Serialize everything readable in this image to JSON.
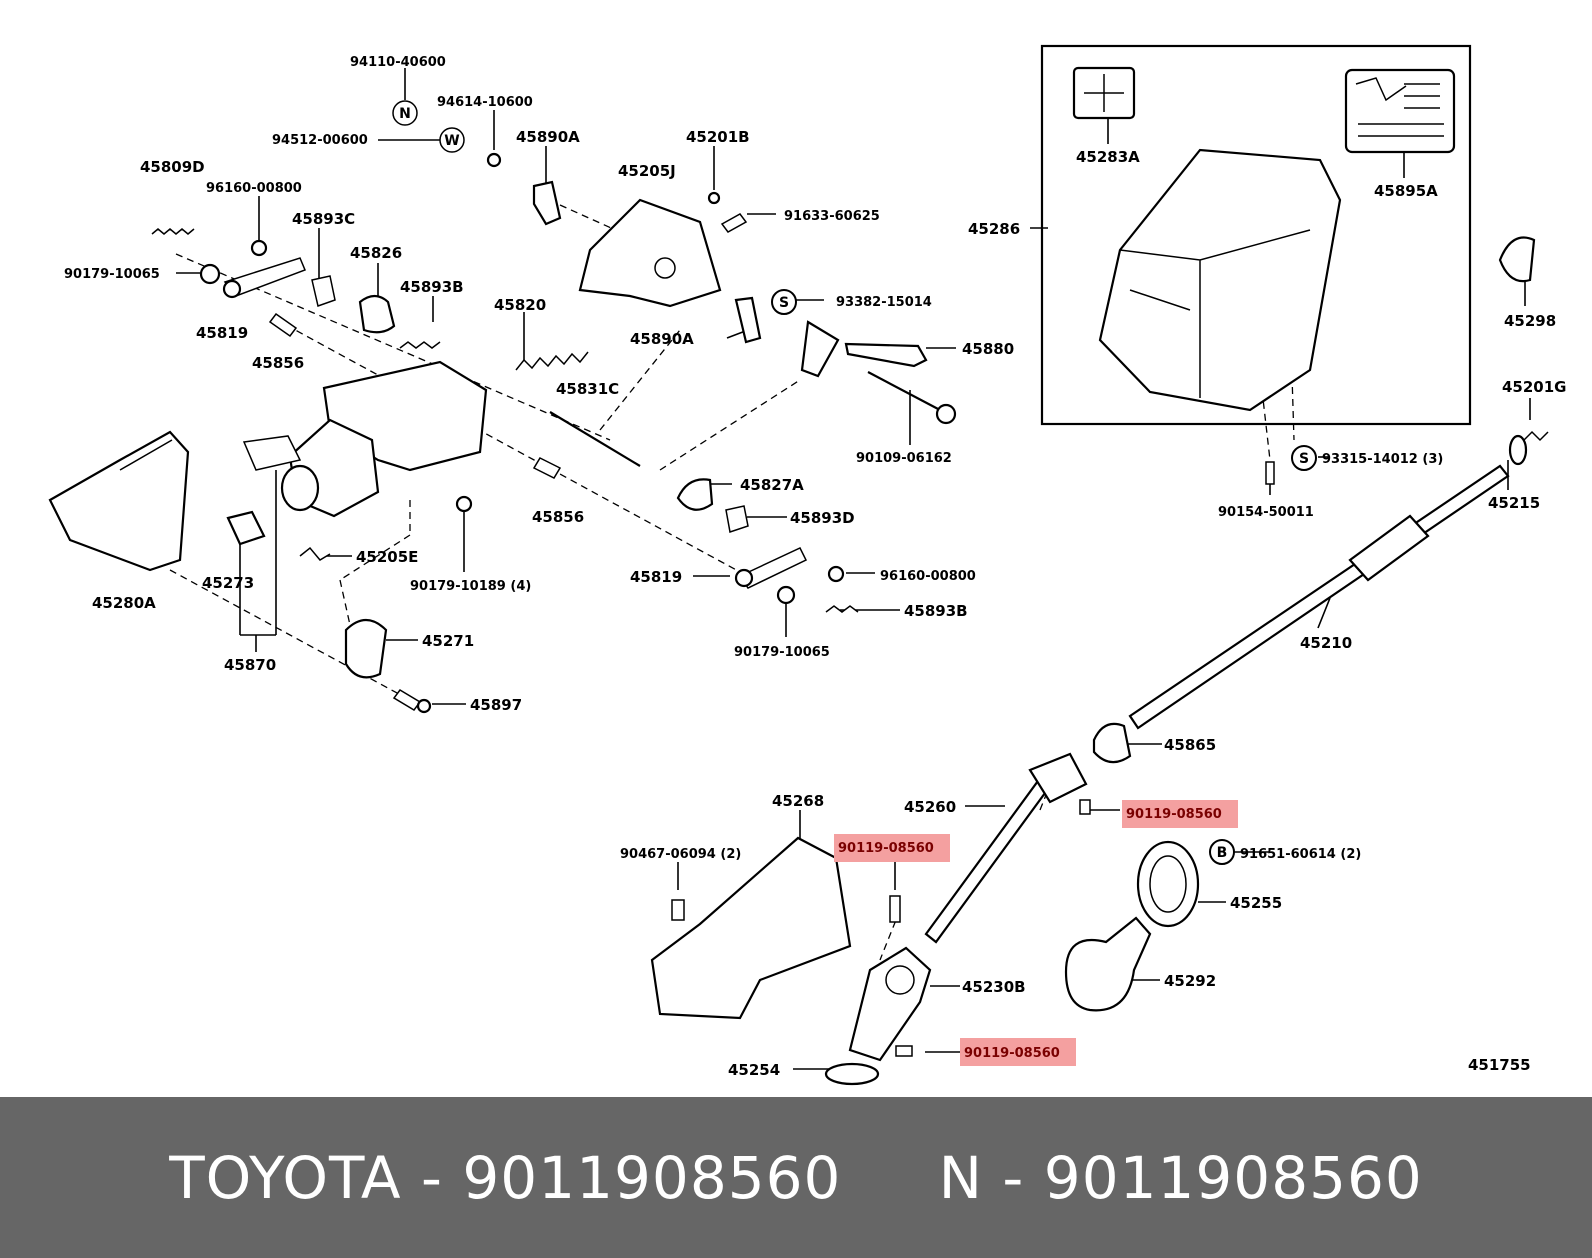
{
  "diagram": {
    "figure_code": "451755",
    "highlight_color": "#f4a0a0",
    "labels": [
      {
        "id": "l01",
        "text": "94110-40600"
      },
      {
        "id": "l02",
        "text": "94614-10600"
      },
      {
        "id": "l03",
        "text": "94512-00600"
      },
      {
        "id": "l04",
        "text": "45890A"
      },
      {
        "id": "l05",
        "text": "45201B"
      },
      {
        "id": "l06",
        "text": "45809D"
      },
      {
        "id": "l07",
        "text": "96160-00800"
      },
      {
        "id": "l08",
        "text": "45205J"
      },
      {
        "id": "l09",
        "text": "91633-60625"
      },
      {
        "id": "l10",
        "text": "45893C"
      },
      {
        "id": "l11",
        "text": "45826"
      },
      {
        "id": "l12",
        "text": "90179-10065"
      },
      {
        "id": "l13",
        "text": "45893B"
      },
      {
        "id": "l14",
        "text": "93382-15014"
      },
      {
        "id": "l15",
        "text": "45819"
      },
      {
        "id": "l16",
        "text": "45820"
      },
      {
        "id": "l17",
        "text": "45856"
      },
      {
        "id": "l18",
        "text": "45890A"
      },
      {
        "id": "l19",
        "text": "45880"
      },
      {
        "id": "l20",
        "text": "45831C"
      },
      {
        "id": "l21",
        "text": "90109-06162"
      },
      {
        "id": "l22",
        "text": "45827A"
      },
      {
        "id": "l23",
        "text": "45856"
      },
      {
        "id": "l24",
        "text": "45893D"
      },
      {
        "id": "l25",
        "text": "45205E"
      },
      {
        "id": "l26",
        "text": "90179-10189 (4)"
      },
      {
        "id": "l27",
        "text": "45819"
      },
      {
        "id": "l28",
        "text": "96160-00800"
      },
      {
        "id": "l29",
        "text": "45273"
      },
      {
        "id": "l30",
        "text": "45280A"
      },
      {
        "id": "l31",
        "text": "45893B"
      },
      {
        "id": "l32",
        "text": "90179-10065"
      },
      {
        "id": "l33",
        "text": "45271"
      },
      {
        "id": "l34",
        "text": "45870"
      },
      {
        "id": "l35",
        "text": "45897"
      },
      {
        "id": "l36",
        "text": "45283A"
      },
      {
        "id": "l37",
        "text": "45895A"
      },
      {
        "id": "l38",
        "text": "45286"
      },
      {
        "id": "l39",
        "text": "45298"
      },
      {
        "id": "l40",
        "text": "45201G"
      },
      {
        "id": "l41",
        "text": "93315-14012 (3)"
      },
      {
        "id": "l42",
        "text": "90154-50011"
      },
      {
        "id": "l43",
        "text": "45215"
      },
      {
        "id": "l44",
        "text": "45210"
      },
      {
        "id": "l45",
        "text": "45865"
      },
      {
        "id": "l46",
        "text": "45268"
      },
      {
        "id": "l47",
        "text": "45260"
      },
      {
        "id": "l48",
        "text": "90119-08560",
        "highlight": true
      },
      {
        "id": "l49",
        "text": "90467-06094 (2)"
      },
      {
        "id": "l50",
        "text": "90119-08560",
        "highlight": true
      },
      {
        "id": "l51",
        "text": "91651-60614 (2)"
      },
      {
        "id": "l52",
        "text": "45255"
      },
      {
        "id": "l53",
        "text": "45230B"
      },
      {
        "id": "l54",
        "text": "45292"
      },
      {
        "id": "l55",
        "text": "90119-08560",
        "highlight": true
      },
      {
        "id": "l56",
        "text": "45254"
      }
    ],
    "symbols": [
      {
        "id": "s1",
        "letter": "N"
      },
      {
        "id": "s2",
        "letter": "W"
      },
      {
        "id": "s3",
        "letter": "S"
      },
      {
        "id": "s4",
        "letter": "S"
      },
      {
        "id": "s5",
        "letter": "B"
      }
    ]
  },
  "footer": {
    "brand": "TOYOTA",
    "part_number": "9011908560",
    "suffix": "N - 9011908560",
    "text": "TOYOTA - 9011908560     N - 9011908560",
    "background": "#666666",
    "text_color": "#ffffff"
  }
}
